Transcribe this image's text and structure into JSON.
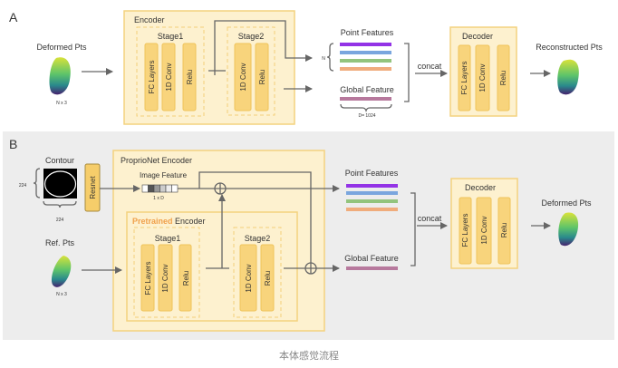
{
  "panel_a": {
    "label": "A",
    "input_label": "Deformed Pts",
    "input_dims": "N x 3",
    "encoder": {
      "title": "Encoder",
      "stage1": {
        "title": "Stage1",
        "layers": [
          "FC Layers",
          "1D Conv",
          "Relu"
        ]
      },
      "stage2": {
        "title": "Stage2",
        "layers": [
          "1D Conv",
          "Relu"
        ]
      }
    },
    "n_label": "N",
    "point_features": "Point Features",
    "global_feature": "Global Feature",
    "dim_label": "D= 1024",
    "concat": "concat",
    "decoder": {
      "title": "Decoder",
      "layers": [
        "FC Layers",
        "1D Conv",
        "Relu"
      ]
    },
    "output_label": "Reconstructed Pts"
  },
  "panel_b": {
    "label": "B",
    "contour_label": "Contour",
    "contour_height": "224",
    "contour_width": "224",
    "resnet": "Resnet",
    "proprionet_title": "ProprioNet Encoder",
    "image_feature": "Image Feature",
    "image_feature_dims": "1 x D",
    "pretrained_word": "Pretrained",
    "encoder_word": " Encoder",
    "stage1": {
      "title": "Stage1",
      "layers": [
        "FC Layers",
        "1D Conv",
        "Relu"
      ]
    },
    "stage2": {
      "title": "Stage2",
      "layers": [
        "1D Conv",
        "Relu"
      ]
    },
    "ref_label": "Ref. Pts",
    "ref_dims": "N x 3",
    "point_features": "Point Features",
    "global_feature": "Global Feature",
    "concat": "concat",
    "decoder": {
      "title": "Decoder",
      "layers": [
        "FC Layers",
        "1D Conv",
        "Relu"
      ]
    },
    "output_label": "Deformed Pts"
  },
  "caption": "本体感觉流程",
  "colors": {
    "feature_bars": [
      "#9333e6",
      "#7aa6de",
      "#93c47d",
      "#f0ac7c"
    ],
    "global_bar": "#b7799d",
    "pretrained": "#f0a04a",
    "block": "#f8d47c",
    "panel_b_bg": "#ededed"
  }
}
